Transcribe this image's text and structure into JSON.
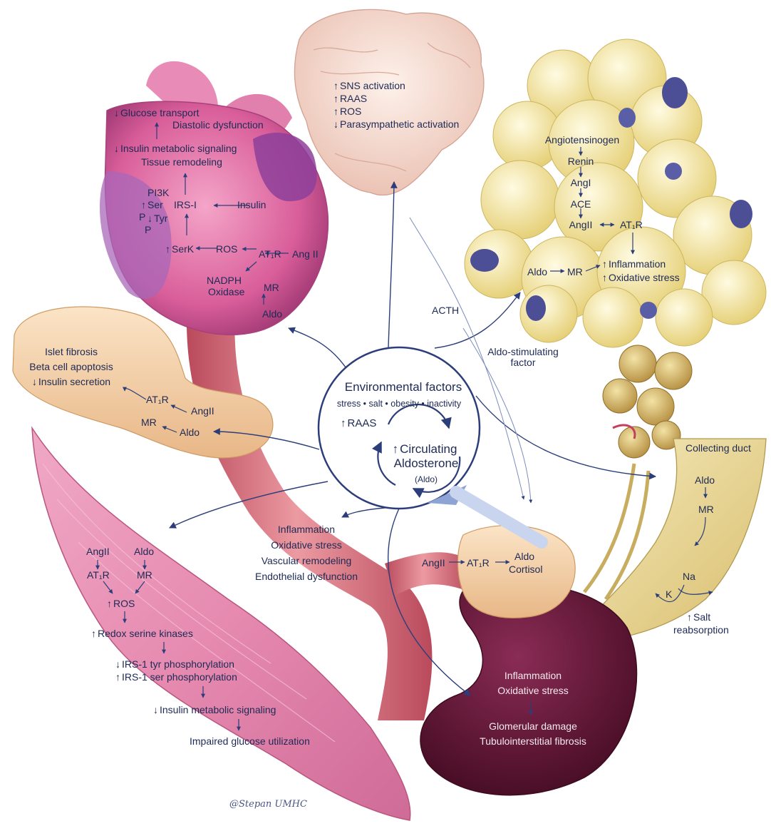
{
  "brain": {
    "lines": [
      "SNS activation",
      "RAAS",
      "ROS",
      "Parasympathetic activation"
    ]
  },
  "heart": {
    "glucose_transport": "Glucose transport",
    "diastolic_dysfunction": "Diastolic dysfunction",
    "insulin_metabolic_signaling": "Insulin metabolic signaling",
    "tissue_remodeling": "Tissue remodeling",
    "pi3k": "PI3K",
    "ser": "Ser",
    "irs1": "IRS-I",
    "insulin": "Insulin",
    "p1": "P",
    "tyr": "Tyr",
    "p2": "P",
    "serk": "SerK",
    "ros": "ROS",
    "at1r": "AT₁R",
    "ang2": "Ang II",
    "nadph": "NADPH",
    "oxidase": "Oxidase",
    "mr": "MR",
    "aldo": "Aldo"
  },
  "adipose": {
    "angiotensinogen": "Angiotensinogen",
    "renin": "Renin",
    "ang1": "AngI",
    "ace": "ACE",
    "ang2": "AngII",
    "at1r": "AT₁R",
    "aldo": "Aldo",
    "mr": "MR",
    "inflammation": "Inflammation",
    "oxidative_stress": "Oxidative stress"
  },
  "pancreas": {
    "islet_fibrosis": "Islet fibrosis",
    "beta_cell": "Beta cell apoptosis",
    "insulin_secretion": "Insulin secretion",
    "at1r": "AT₁R",
    "ang2": "AngII",
    "mr": "MR",
    "aldo": "Aldo"
  },
  "center": {
    "title": "Environmental factors",
    "subtitle": "stress • salt • obesity • inactivity",
    "raas": "RAAS",
    "circulating": "Circulating",
    "aldosterone": "Aldosterone",
    "aldo": "(Aldo)"
  },
  "acth": "ACTH",
  "aldo_stimulating": [
    "Aldo-stimulating",
    "factor"
  ],
  "vascular": {
    "lines": [
      "Inflammation",
      "Oxidative stress",
      "Vascular remodeling",
      "Endothelial dysfunction"
    ]
  },
  "muscle": {
    "ang2": "AngII",
    "aldo": "Aldo",
    "at1r": "AT₁R",
    "mr": "MR",
    "ros": "ROS",
    "redox": "Redox serine kinases",
    "irs_tyr": "IRS-1 tyr phosphorylation",
    "irs_ser": "IRS-1 ser phosphorylation",
    "insulin_signaling": "Insulin metabolic signaling",
    "impaired": "Impaired glucose utilization"
  },
  "adrenal": {
    "ang2": "AngII",
    "at1r": "AT₁R",
    "aldo": "Aldo",
    "cortisol": "Cortisol"
  },
  "kidney": {
    "inflammation": "Inflammation",
    "oxidative_stress": "Oxidative stress",
    "glomerular": "Glomerular damage",
    "tubulo": "Tubulointerstitial fibrosis"
  },
  "duct": {
    "title": "Collecting duct",
    "aldo": "Aldo",
    "mr": "MR",
    "na": "Na",
    "k": "K",
    "salt": "Salt",
    "reabsorption": "reabsorption"
  },
  "signature": "@Stepan UMHC",
  "colors": {
    "text": "#1e2a55",
    "arrow": "#2c3e7a",
    "heart": "#d95e9a",
    "brain": "#f6dcd2",
    "adipose": "#f3e7a6",
    "pancreas": "#f1cba0",
    "muscle": "#e68ab0",
    "kidney": "#5e1434",
    "aorta": "#d9707d"
  }
}
